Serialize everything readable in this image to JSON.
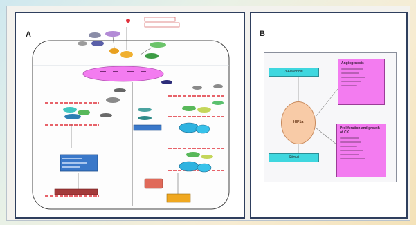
{
  "panel_a": {
    "letter": "A"
  },
  "panel_b": {
    "letter": "B",
    "top_node": "3-Flavonoid",
    "center_node": "HIF1a",
    "bottom_node": "Stimuli",
    "angiogenesis_box": {
      "heading": "Angiogenesis"
    },
    "proliferation_box": {
      "heading": "Proliferation and growth of CK"
    }
  },
  "colors": {
    "panel_border": "#2f3f5e",
    "membrane": "#e0303a",
    "magenta": "#f37cf0",
    "cyan": "#3fd7df",
    "hif_circle": "#f8cba7",
    "blue_box": "#3a78c9",
    "orange_box": "#f0a820"
  }
}
